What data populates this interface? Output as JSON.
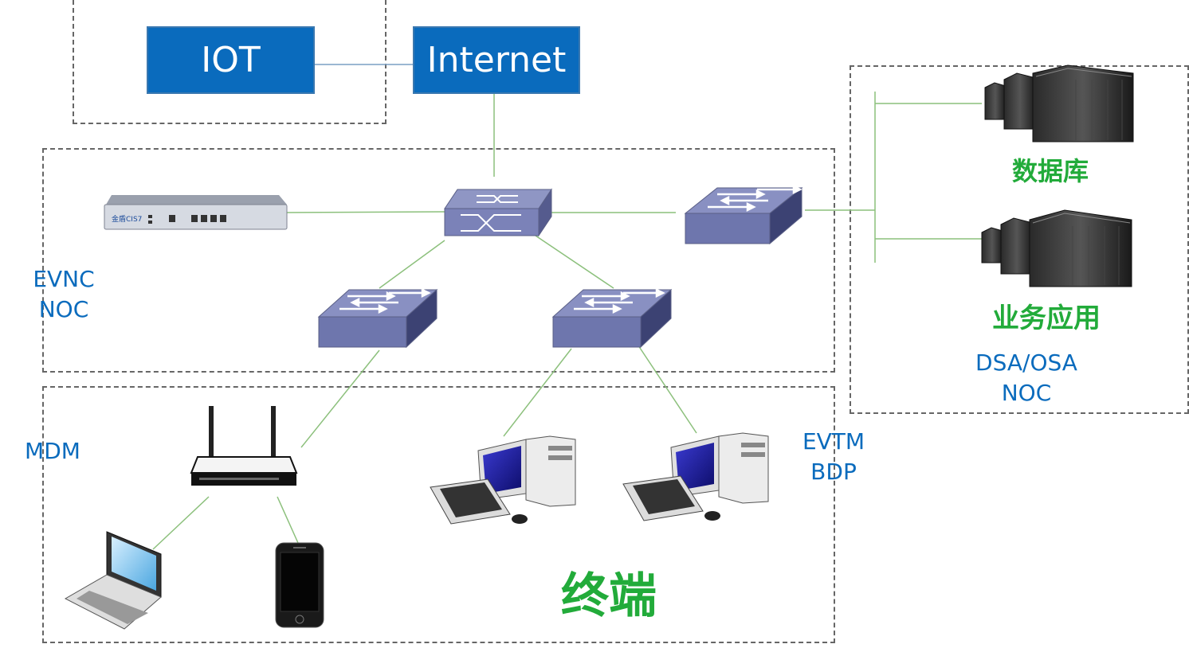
{
  "boxes": {
    "iot": "IOT",
    "internet": "Internet"
  },
  "zone_labels": {
    "evnc": "EVNC",
    "noc": "NOC",
    "mdm": "MDM",
    "evtm": "EVTM",
    "bdp": "BDP",
    "dsa_osa": "DSA/OSA",
    "dsa_noc": "NOC"
  },
  "green_labels": {
    "database": "数据库",
    "business_app": "业务应用",
    "terminal": "终端"
  },
  "devices": {
    "firewall_brand": "金盾CIS7"
  },
  "colors": {
    "accent_blue": "#0a6bbd",
    "accent_green": "#22ab3a",
    "link_green": "#8cc07c",
    "switch_purple": "#5f67a0"
  }
}
